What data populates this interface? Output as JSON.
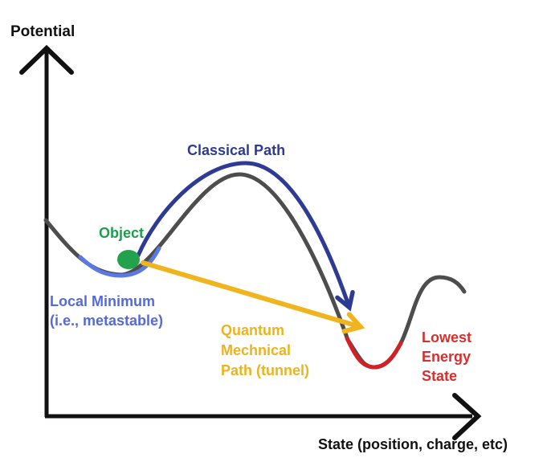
{
  "page": {
    "background": "#ffffff"
  },
  "axes": {
    "y_label": "Potential",
    "x_label": "State (position, charge, etc)"
  },
  "labels": {
    "classical_path": "Classical Path",
    "object": "Object",
    "local_minimum": "Local Minimum\n(i.e., metastable)",
    "quantum_path": "Quantum\nMechnical\nPath (tunnel)",
    "lowest_energy": "Lowest\nEnergy\nState"
  },
  "colors": {
    "axis": "#111111",
    "curve_gray": "#4d4d4d",
    "classical_path": "#2e3b94",
    "classical_label": "#2e3b94",
    "local_min_segment": "#5b79e4",
    "local_min_label": "#5569de",
    "tunnel_arrow": "#f0b41e",
    "tunnel_label": "#eab41e",
    "lowest_segment": "#d32024",
    "lowest_label": "#d5302f",
    "object_fill": "#23a24d",
    "object_label": "#1d9d4d"
  }
}
